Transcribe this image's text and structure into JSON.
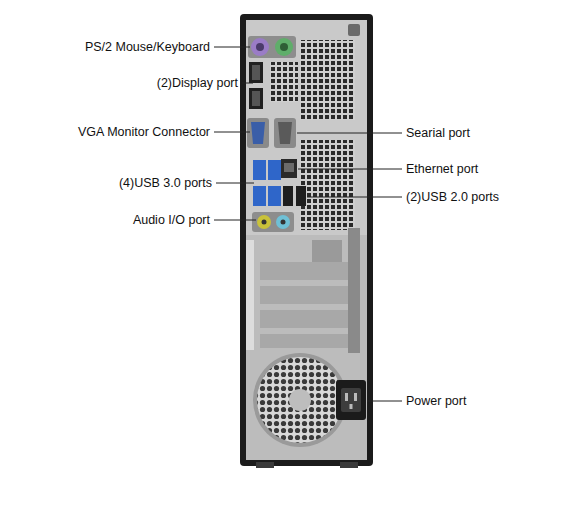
{
  "diagram": {
    "labels": [
      "PS/2 Mouse/Keyboard",
      "(2)Display port",
      "VGA Monitor Connector",
      "(4)USB 3.0 ports",
      "Audio I/O port",
      "Searial port",
      "Ethernet port",
      "(2)USB 2.0 ports",
      "Power port"
    ]
  }
}
